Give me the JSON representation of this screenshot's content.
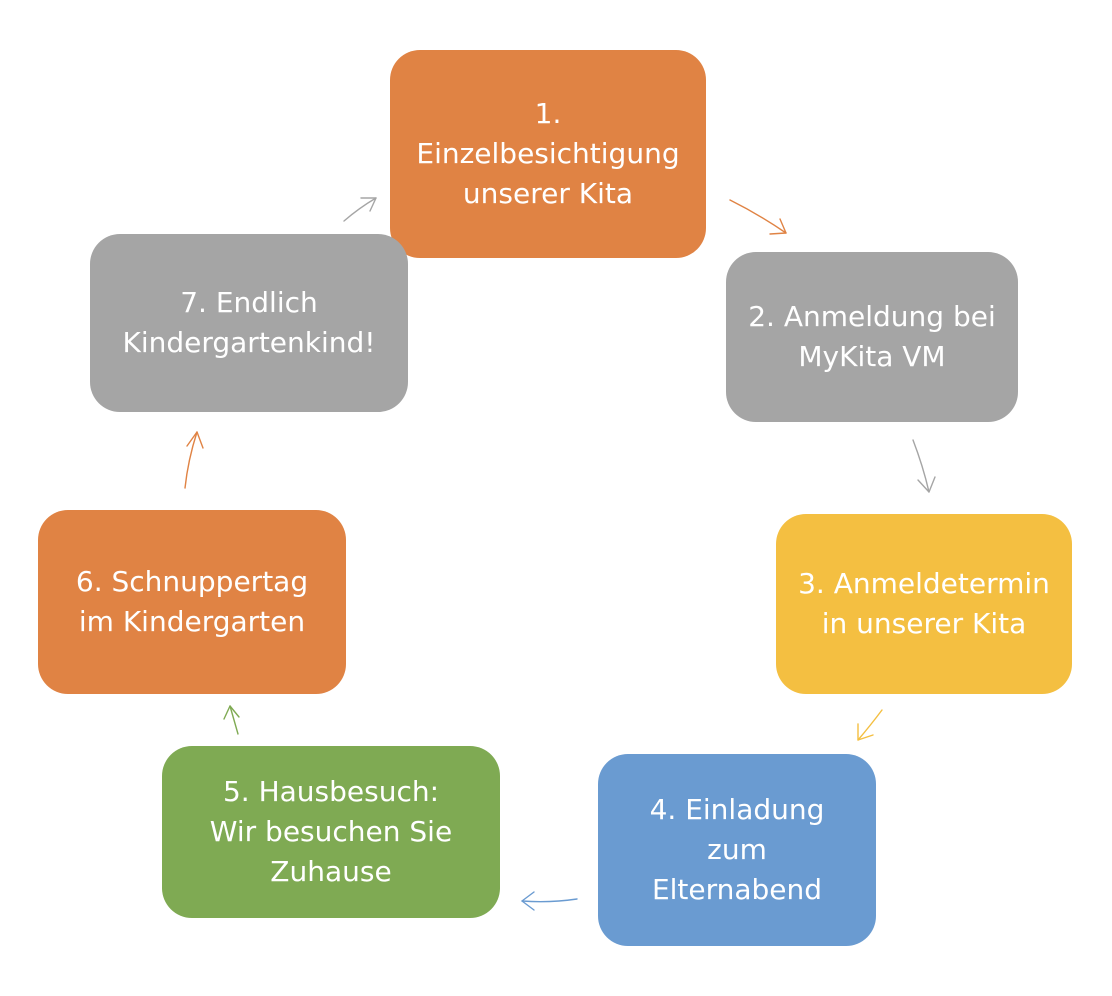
{
  "steps": [
    {
      "id": "s1",
      "name": "step-1-einzelbesichtigung",
      "label": "1.\nEinzelbesichtigung\nunserer Kita",
      "color": "#E08344"
    },
    {
      "id": "s2",
      "name": "step-2-anmeldung",
      "label": "2. Anmeldung bei\nMyKita VM",
      "color": "#A5A5A5"
    },
    {
      "id": "s3",
      "name": "step-3-anmeldetermin",
      "label": "3. Anmeldetermin\nin unserer Kita",
      "color": "#F4BF41"
    },
    {
      "id": "s4",
      "name": "step-4-einladung-elternabend",
      "label": "4. Einladung\nzum\nElternabend",
      "color": "#6A9BD1"
    },
    {
      "id": "s5",
      "name": "step-5-hausbesuch",
      "label": "5. Hausbesuch:\nWir besuchen Sie\nZuhause",
      "color": "#7FAA53"
    },
    {
      "id": "s6",
      "name": "step-6-schnuppertag",
      "label": "6. Schnuppertag\nim Kindergarten",
      "color": "#E08344"
    },
    {
      "id": "s7",
      "name": "step-7-kindergartenkind",
      "label": "7. Endlich\nKindergartenkind!",
      "color": "#A5A5A5"
    }
  ],
  "arrows": [
    {
      "name": "arrow-1-to-2",
      "color": "#E08344"
    },
    {
      "name": "arrow-2-to-3",
      "color": "#A5A5A5"
    },
    {
      "name": "arrow-3-to-4",
      "color": "#F4BF41"
    },
    {
      "name": "arrow-4-to-5",
      "color": "#6A9BD1"
    },
    {
      "name": "arrow-5-to-6",
      "color": "#7FAA53"
    },
    {
      "name": "arrow-6-to-7",
      "color": "#E08344"
    },
    {
      "name": "arrow-7-to-1",
      "color": "#A5A5A5"
    }
  ]
}
